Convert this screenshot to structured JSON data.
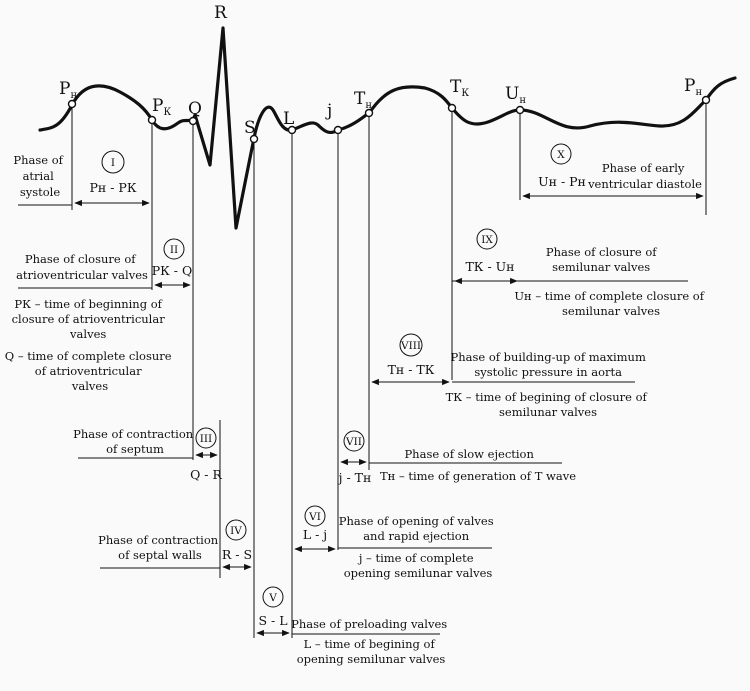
{
  "points": {
    "Pn": {
      "base": "P",
      "sub": "н"
    },
    "Pk": {
      "base": "P",
      "sub": "К"
    },
    "Q": {
      "base": "Q",
      "sub": ""
    },
    "R": {
      "base": "R",
      "sub": ""
    },
    "S": {
      "base": "S",
      "sub": ""
    },
    "L": {
      "base": "L",
      "sub": ""
    },
    "j": {
      "base": "j",
      "sub": ""
    },
    "Tn": {
      "base": "T",
      "sub": "н"
    },
    "Tk": {
      "base": "T",
      "sub": "К"
    },
    "Un": {
      "base": "U",
      "sub": "н"
    },
    "Pn2": {
      "base": "P",
      "sub": "н"
    }
  },
  "phases": {
    "I": {
      "num": "I",
      "formula": "Pн - PК",
      "name": [
        "Phase of",
        "atrial",
        "systole"
      ]
    },
    "II": {
      "num": "II",
      "formula": "PК - Q",
      "name": [
        "Phase of closure of",
        "atrioventricular valves"
      ],
      "notes": [
        "PК – time of beginning of",
        "closure of atrioventricular",
        "valves",
        "Q – time of complete closure",
        "of atrioventricular",
        "valves"
      ]
    },
    "III": {
      "num": "III",
      "formula": "Q - R",
      "name": [
        "Phase of contraction",
        "of septum"
      ]
    },
    "IV": {
      "num": "IV",
      "formula": "R - S",
      "name": [
        "Phase of contraction",
        "of septal walls"
      ]
    },
    "V": {
      "num": "V",
      "formula": "S - L",
      "name": [
        "Phase of preloading valves"
      ],
      "notes": [
        "L – time of begining of",
        "opening semilunar valves"
      ]
    },
    "VI": {
      "num": "VI",
      "formula": "L - j",
      "name": [
        "Phase of opening of valves",
        "and rapid ejection"
      ],
      "notes": [
        "j – time of complete",
        "opening semilunar valves"
      ]
    },
    "VII": {
      "num": "VII",
      "formula": "j - Tн",
      "name": [
        "Phase of slow ejection"
      ],
      "notes": [
        "Tн – time of generation of T wave"
      ]
    },
    "VIII": {
      "num": "VIII",
      "formula": "Tн - TК",
      "name": [
        "Phase of building-up of maximum",
        "systolic pressure in aorta"
      ],
      "notes": [
        "TК – time of begining of closure of",
        "semilunar valves"
      ]
    },
    "IX": {
      "num": "IX",
      "formula": "TК - Uн",
      "name": [
        "Phase of closure of",
        "semilunar valves"
      ],
      "notes": [
        "Uн – time of complete closure of",
        "semilunar valves"
      ]
    },
    "X": {
      "num": "X",
      "formula": "Uн - Pн",
      "name": [
        "Phase of early",
        "ventricular diastole"
      ]
    }
  }
}
